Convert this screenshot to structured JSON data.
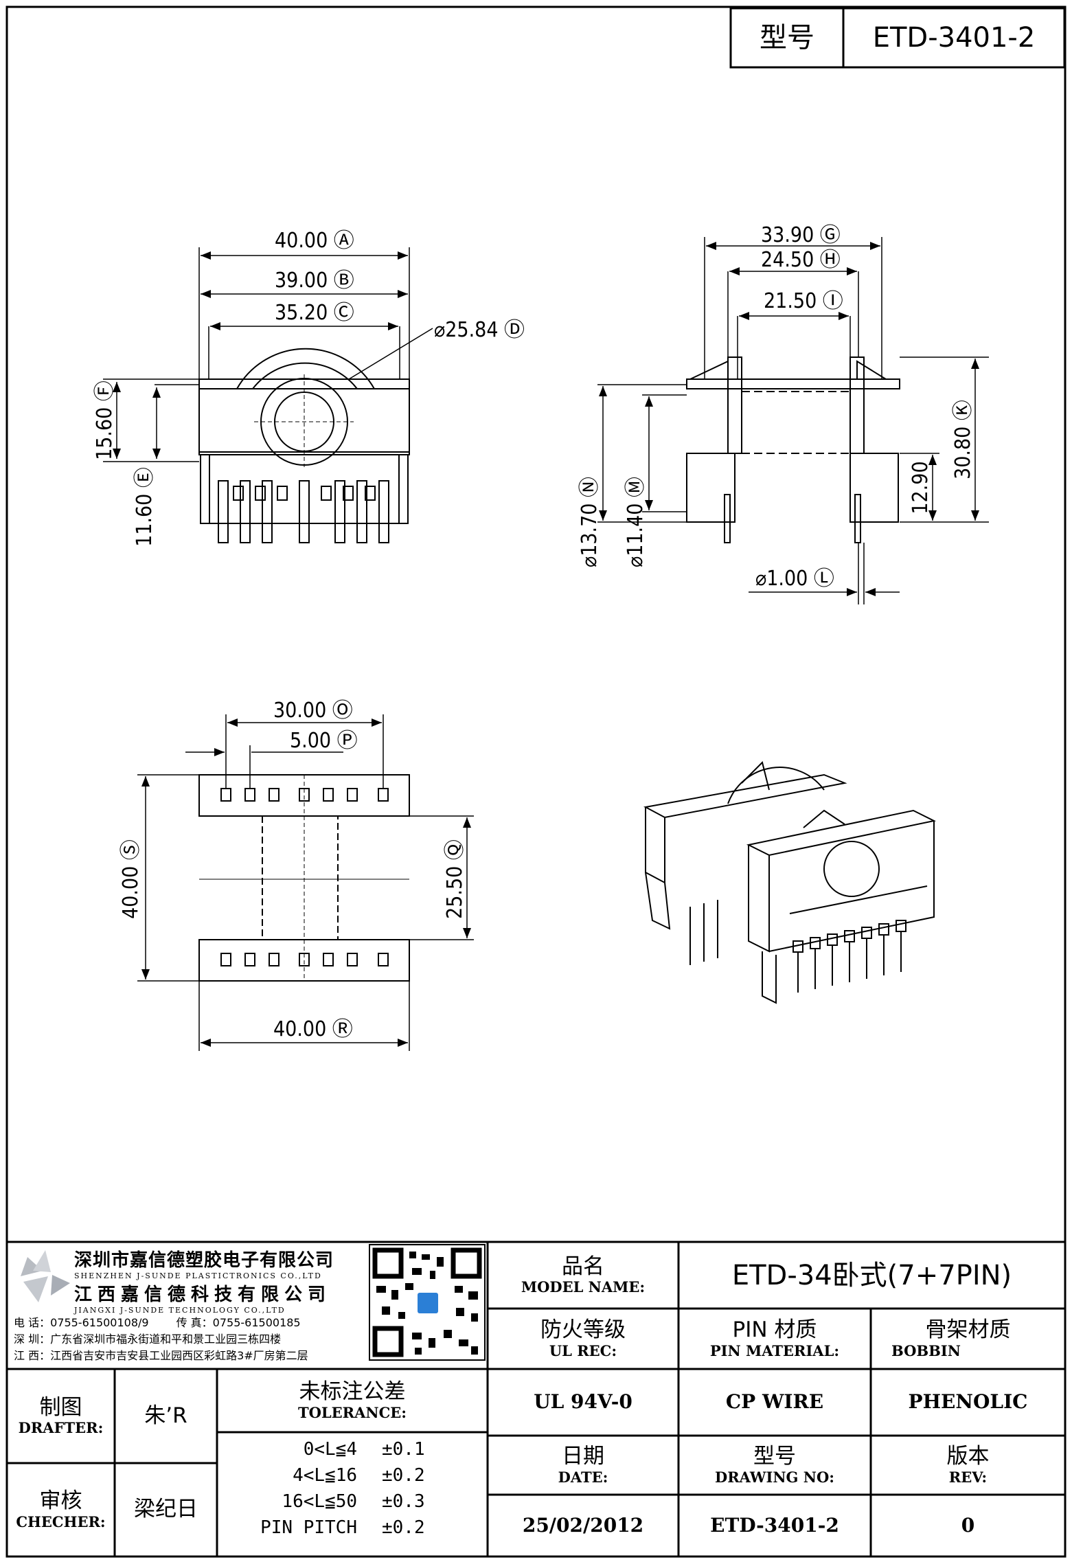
{
  "header": {
    "model_label": "型号",
    "model_value": "ETD-3401-2"
  },
  "drawing": {
    "dims": {
      "A": {
        "value": "40.00",
        "letter": "A"
      },
      "B": {
        "value": "39.00",
        "letter": "B"
      },
      "C": {
        "value": "35.20",
        "letter": "C"
      },
      "D": {
        "value": "⌀25.84",
        "letter": "D"
      },
      "F": {
        "value": "15.60",
        "letter": "F"
      },
      "E": {
        "value": "11.60",
        "letter": "E"
      },
      "G": {
        "value": "33.90",
        "letter": "G"
      },
      "H": {
        "value": "24.50",
        "letter": "H"
      },
      "I": {
        "value": "21.50",
        "letter": "I"
      },
      "N": {
        "value": "⌀13.70",
        "letter": "N"
      },
      "M": {
        "value": "⌀11.40",
        "letter": "M"
      },
      "K": {
        "value": "30.80",
        "letter": "K"
      },
      "J": {
        "value": "12.90",
        "letter": ""
      },
      "L": {
        "value": "⌀1.00",
        "letter": "L"
      },
      "O": {
        "value": "30.00",
        "letter": "O"
      },
      "P": {
        "value": "5.00",
        "letter": "P"
      },
      "S": {
        "value": "40.00",
        "letter": "S"
      },
      "Q": {
        "value": "25.50",
        "letter": "Q"
      },
      "R": {
        "value": "40.00",
        "letter": "R"
      }
    }
  },
  "title_block": {
    "company": {
      "name_sz": "深圳市嘉信德塑胶电子有限公司",
      "name_sz_en": "SHENZHEN J-SUNDE PLASTICTRONICS CO.,LTD",
      "name_jx": "江西嘉信德科技有限公司",
      "name_jx_en": "JIANGXI J-SUNDE TECHNOLOGY CO.,LTD",
      "tel": "电 话：0755-61500108/9",
      "fax": "传 真：0755-61500185",
      "addr_sz": "深 圳：广东省深圳市福永街道和平和景工业园三栋四楼",
      "addr_jx": "江 西：江西省吉安市吉安县工业园西区彩虹路3#厂房第二层"
    },
    "model_name": {
      "label_zh": "品名",
      "label_en": "MODEL NAME:",
      "value": "ETD-34卧式(7+7PIN)"
    },
    "ul": {
      "label_zh": "防火等级",
      "label_en": "UL REC:",
      "value": "UL 94V-0"
    },
    "pin_material": {
      "label_zh": "PIN 材质",
      "label_en": "PIN MATERIAL:",
      "value": "CP WIRE"
    },
    "bobbin": {
      "label_zh": "骨架材质",
      "label_en": "BOBBIN",
      "value": "PHENOLIC"
    },
    "drafter": {
      "label_zh": "制图",
      "label_en": "DRAFTER:",
      "value": "朱’R"
    },
    "checker": {
      "label_zh": "审核",
      "label_en": "CHECHER:",
      "value": "梁纪日"
    },
    "tolerance": {
      "label_zh": "未标注公差",
      "label_en": "TOLERANCE:",
      "rows": [
        {
          "range": "0<L≦4",
          "tol": "±0.1"
        },
        {
          "range": "4<L≦16",
          "tol": "±0.2"
        },
        {
          "range": "16<L≦50",
          "tol": "±0.3"
        },
        {
          "range": "PIN PITCH",
          "tol": "±0.2"
        }
      ]
    },
    "date": {
      "label_zh": "日期",
      "label_en": "DATE:",
      "value": "25/02/2012"
    },
    "drawing_no": {
      "label_zh": "型号",
      "label_en": "DRAWING NO:",
      "value": "ETD-3401-2"
    },
    "rev": {
      "label_zh": "版本",
      "label_en": "REV:",
      "value": "0"
    }
  }
}
